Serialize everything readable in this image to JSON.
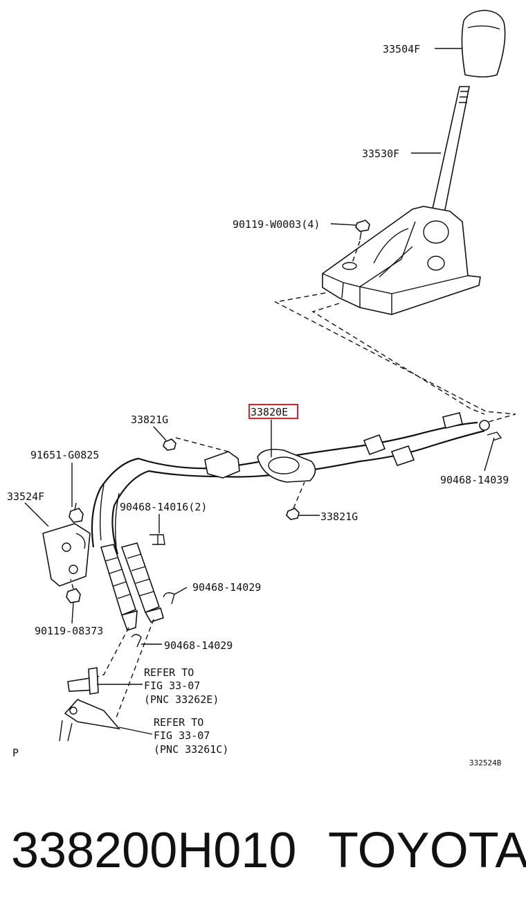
{
  "diagram": {
    "labels": {
      "knob": "33504F",
      "lever": "33530F",
      "bolt": "90119-W0003(4)",
      "cable_assy": "33820E",
      "nut_upper": "33821G",
      "nut_lower": "33821G",
      "clip_right": "90468-14039",
      "bolt_left": "91651-G0825",
      "bracket": "33524F",
      "clip_mid": "90468-14016(2)",
      "clip_a": "90468-14029",
      "clip_b": "90468-14029",
      "bolt_bottom": "90119-08373",
      "ref1_line1": "REFER TO",
      "ref1_line2": "FIG 33-07",
      "ref1_line3": "(PNC 33262E)",
      "ref2_line1": "REFER TO",
      "ref2_line2": "FIG 33-07",
      "ref2_line3": "(PNC 33261C)",
      "corner_p": "P",
      "drawing_id": "332524B"
    },
    "highlight_color": "#e0202a"
  },
  "footer": {
    "part_number": "338200H010",
    "brand": "TOYOTA"
  }
}
